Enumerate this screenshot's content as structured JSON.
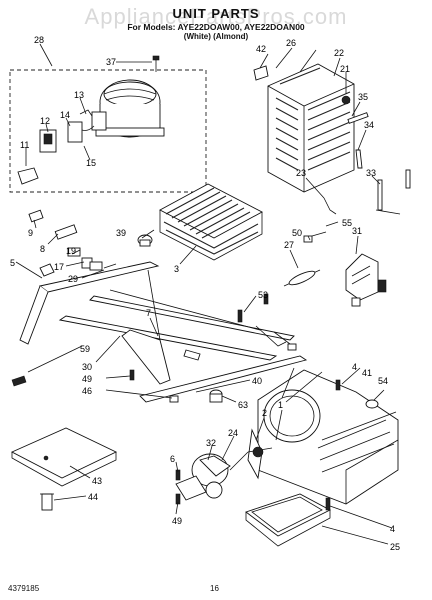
{
  "header": {
    "title": "UNIT PARTS",
    "line1": "For Models: AYE22DOAW00, AYE22DOAN00",
    "line2": "(White)          (Almond)"
  },
  "watermark": "AppliancePartsPros.com",
  "footer": {
    "doc_number": "4379185",
    "page_number": "16"
  },
  "callouts": {
    "c1": "1",
    "c2": "2",
    "c3": "3",
    "c4a": "4",
    "c4b": "4",
    "c5": "5",
    "c6": "6",
    "c7": "7",
    "c8": "8",
    "c9": "9",
    "c11": "11",
    "c12": "12",
    "c13": "13",
    "c14": "14",
    "c15": "15",
    "c17": "17",
    "c19": "19",
    "c21": "21",
    "c22": "22",
    "c23": "23",
    "c24": "24",
    "c25": "25",
    "c26": "26",
    "c27": "27",
    "c28": "28",
    "c29": "29",
    "c30": "30",
    "c31": "31",
    "c32": "32",
    "c33": "33",
    "c34": "34",
    "c35": "35",
    "c37": "37",
    "c39": "39",
    "c40": "40",
    "c41": "41",
    "c42": "42",
    "c43": "43",
    "c44": "44",
    "c46": "46",
    "c49a": "49",
    "c49b": "49",
    "c50": "50",
    "c53": "53",
    "c54": "54",
    "c55": "55",
    "c59": "59",
    "c63": "63"
  }
}
